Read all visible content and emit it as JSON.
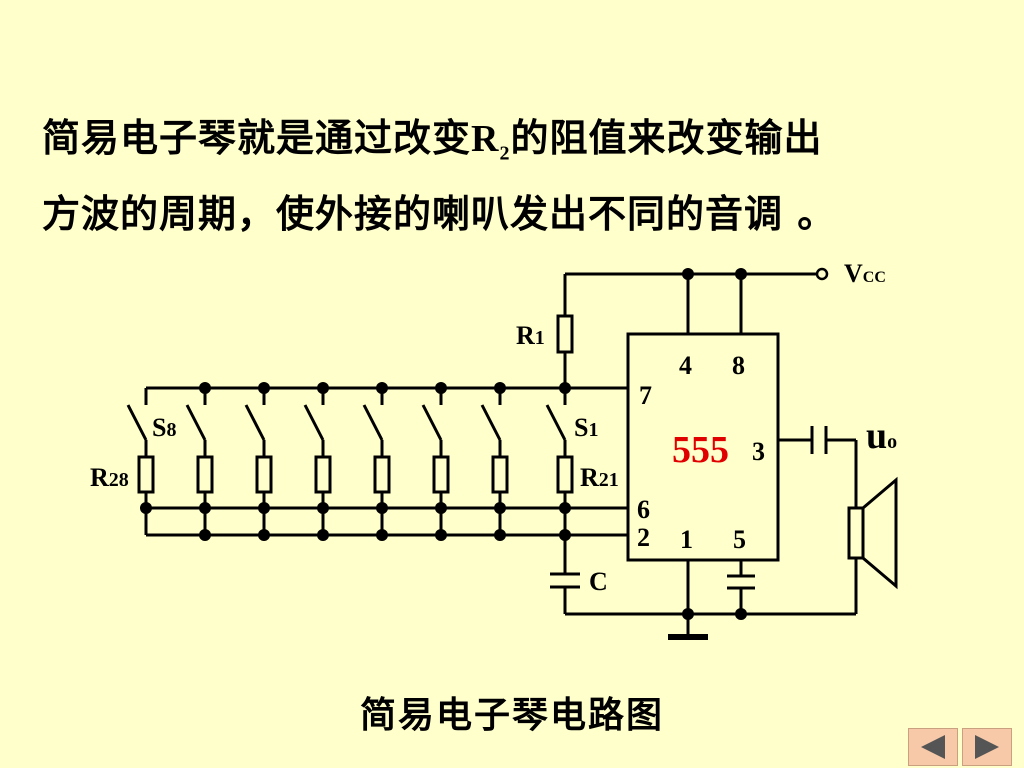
{
  "description": {
    "line1_before": "简易电子琴就是通过改变",
    "r_symbol": "R",
    "r_sub": "2",
    "line1_after": "的阻值来改变输出",
    "line2": "方波的周期，使外接的喇叭发出不同的音调 。"
  },
  "circuit": {
    "vcc": "V",
    "vcc_sub": "CC",
    "r1": "R",
    "r1_sub": "1",
    "s8": "S",
    "s8_sub": "8",
    "s1": "S",
    "s1_sub": "1",
    "r28": "R",
    "r28_sub": "28",
    "r21": "R",
    "r21_sub": "21",
    "c": "C",
    "chip": "555",
    "pin4": "4",
    "pin8": "8",
    "pin7": "7",
    "pin3": "3",
    "pin6": "6",
    "pin2": "2",
    "pin1": "1",
    "pin5": "5",
    "uo": "u",
    "uo_sub": "o",
    "chip_color": "#E00000"
  },
  "caption": "简易电子琴电路图",
  "nav": {
    "prev_icon": "triangle-left-icon",
    "next_icon": "triangle-right-icon"
  }
}
